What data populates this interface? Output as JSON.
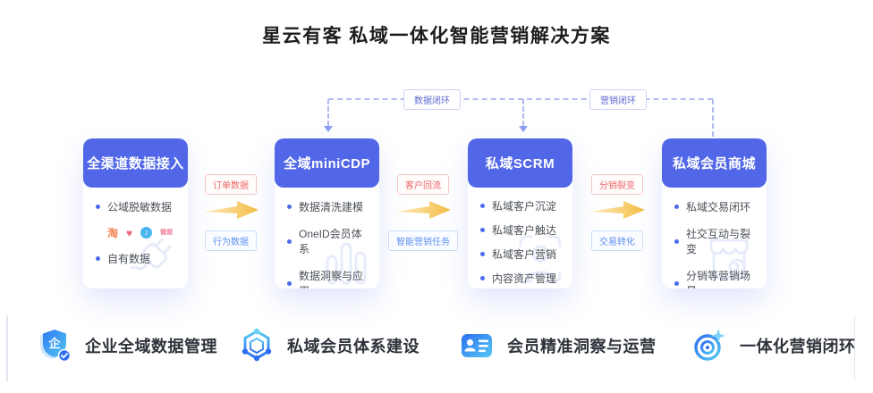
{
  "title": "星云有客 私域一体化智能营销解决方案",
  "loop_labels": {
    "data": "数据闭环",
    "marketing": "营销闭环"
  },
  "cards": [
    {
      "title": "全渠道数据接入",
      "items": [
        "公域脱敏数据",
        "自有数据"
      ],
      "channel_icons": [
        "taobao-icon",
        "weidian-heart-icon",
        "douyin-icon",
        "weimob-icon"
      ],
      "watermark_icon": "plug-icon"
    },
    {
      "title": "全域miniCDP",
      "items": [
        "数据清洗建模",
        "OneID会员体系",
        "数据洞察与应用"
      ],
      "watermark_icon": "bar-chart-icon"
    },
    {
      "title": "私域SCRM",
      "items": [
        "私域客户沉淀",
        "私域客户触达",
        "私域客户营销",
        "内容资产管理"
      ],
      "watermark_icon": "user-icon"
    },
    {
      "title": "私域会员商城",
      "items": [
        "私域交易闭环",
        "社交互动与裂变",
        "分销等营销场景"
      ],
      "watermark_icon": "storefront-icon"
    }
  ],
  "connectors": [
    {
      "top": "订单数据",
      "bottom": "行为数据"
    },
    {
      "top": "客户回流",
      "bottom": "智能营销任务"
    },
    {
      "top": "分销裂变",
      "bottom": "交易转化"
    }
  ],
  "features": [
    {
      "label": "企业全域数据管理",
      "icon": "shield-enterprise-icon"
    },
    {
      "label": "私域会员体系建设",
      "icon": "hexagon-network-icon"
    },
    {
      "label": "会员精准洞察与运营",
      "icon": "id-card-icon"
    },
    {
      "label": "一体化营销闭环",
      "icon": "target-icon"
    }
  ],
  "glyphs": {
    "taobao": "淘",
    "weidian": "♥",
    "douyin": "♪",
    "weimob": "微盟",
    "enterprise": "企"
  },
  "colors": {
    "header_blue": "#5267e8",
    "arrow_gold": "#f4bf4a",
    "tag_red": "#ee6565",
    "tag_blue": "#5f92f2",
    "dashed_line": "#b0bbf1",
    "bullet_dot": "#4a6bee"
  }
}
